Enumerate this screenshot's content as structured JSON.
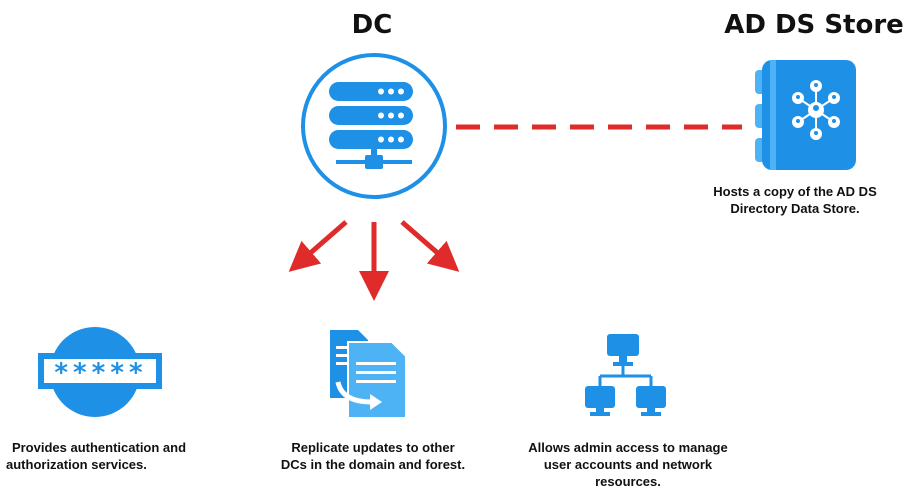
{
  "dc": {
    "title": "DC"
  },
  "store": {
    "title": "AD DS Store",
    "caption_line1": "Hosts a copy of the AD DS",
    "caption_line2": "Directory Data Store."
  },
  "services": [
    {
      "icon": "password-field-icon",
      "mask": "*****",
      "caption_line1": "Provides authentication and",
      "caption_line2": "authorization services."
    },
    {
      "icon": "replicate-documents-icon",
      "caption_line1": "Replicate updates to other",
      "caption_line2": "DCs in the domain and forest."
    },
    {
      "icon": "network-hierarchy-icon",
      "caption_line1": "Allows admin access to manage",
      "caption_line2": "user accounts and network",
      "caption_line3": "resources."
    }
  ],
  "colors": {
    "primary_blue": "#1e90e6",
    "light_blue": "#4db3f5",
    "arrow_red": "#e02b2b",
    "text": "#111111"
  }
}
